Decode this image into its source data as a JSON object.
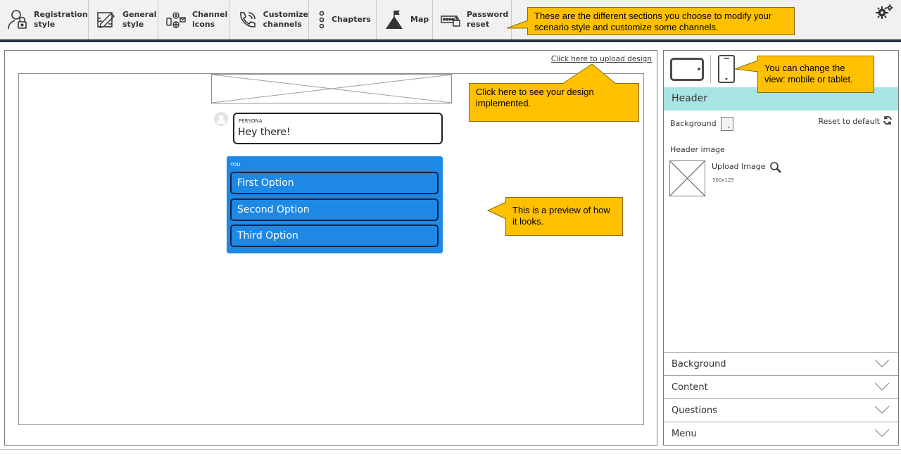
{
  "toolbar": {
    "items": [
      {
        "label": "Registration\nstyle",
        "icon": "registration-style-icon"
      },
      {
        "label": "General\nstyle",
        "icon": "general-style-icon"
      },
      {
        "label": "Channel\nicons",
        "icon": "channel-icons-icon"
      },
      {
        "label": "Customize\nchannels",
        "icon": "phone-icon"
      },
      {
        "label": "Chapters",
        "icon": "chapters-icon"
      },
      {
        "label": "Map",
        "icon": "map-icon"
      },
      {
        "label": "Password\nreset",
        "icon": "password-icon"
      }
    ],
    "settings_icon": "gears-icon"
  },
  "callouts": {
    "sections": "These are the different sections you choose to modify your scenario style and customize some channels.",
    "upload": "Click here to see your design implemented.",
    "preview": "This is a preview of how it looks.",
    "view": "You can change the view: mobile or tablet."
  },
  "preview": {
    "upload_link": "Click here to upload design",
    "persona_label": "PERSONA",
    "persona_message": "Hey there!",
    "you_label": "YOU",
    "options": [
      "First Option",
      "Second Option",
      "Third Option"
    ]
  },
  "panel": {
    "section_title": "Header",
    "background_label": "Background",
    "reset_label": "Reset to default",
    "header_image_label": "Header image",
    "upload_image_label": "Upload Image",
    "image_size": "500x125",
    "accordion": [
      "Background",
      "Content",
      "Questions",
      "Menu"
    ]
  },
  "colors": {
    "toolbar_bg": "#f1f1f1",
    "toolbar_border": "#2b3342",
    "callout": "#ffc000",
    "answer_box": "#1e88e5",
    "option_border": "#0d2347",
    "header_bar": "#a8e4e4"
  }
}
